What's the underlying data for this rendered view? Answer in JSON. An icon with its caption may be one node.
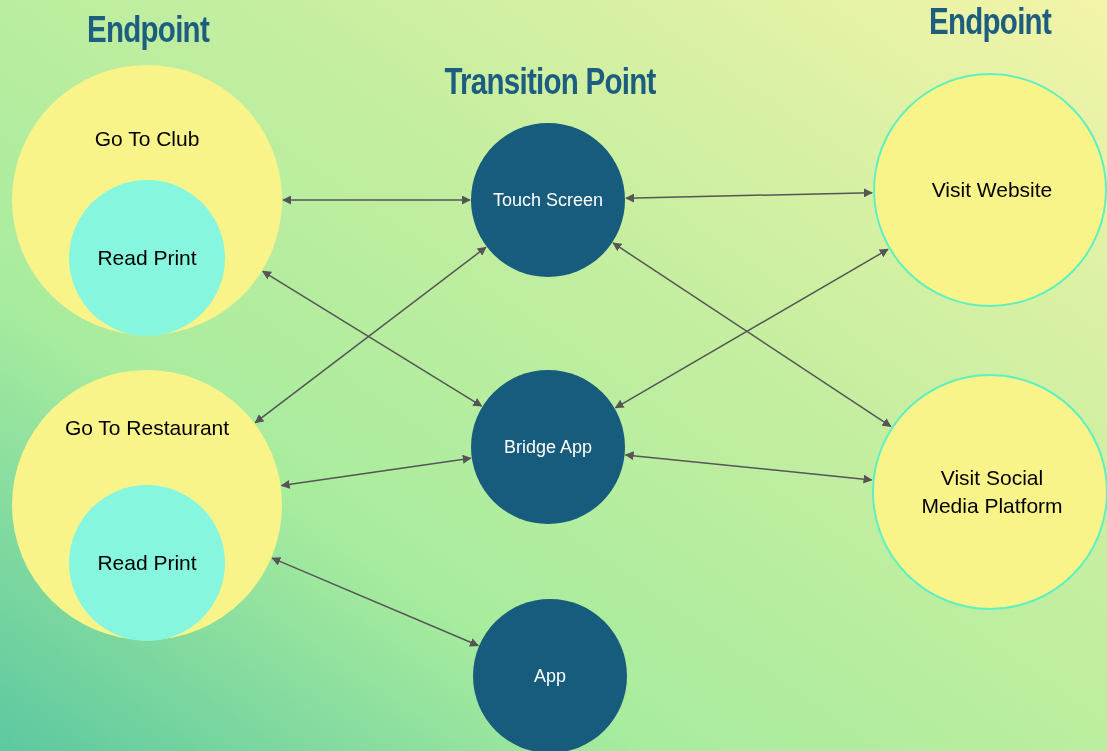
{
  "diagram": {
    "nodes": [
      {
        "text": [
          "Go To Club"
        ]
      },
      {
        "text": [
          "Read Print"
        ],
        "in": 0
      },
      {
        "text": [
          "Go To Restaurant"
        ]
      },
      {
        "text": [
          "Read Print"
        ],
        "in": 2
      },
      {
        "text": [
          "Touch Screen"
        ]
      },
      {
        "text": [
          "Bridge App"
        ]
      },
      {
        "text": [
          "App"
        ]
      },
      {
        "text": [
          "Visit Website"
        ]
      },
      {
        "text": [
          "Visit Social Media Platform"
        ]
      }
    ],
    "edges": [
      {
        "from": 0,
        "to": 4,
        "arrow": "both"
      },
      {
        "from": 0,
        "to": 5,
        "arrow": "both"
      },
      {
        "from": 2,
        "to": 4,
        "arrow": "both"
      },
      {
        "from": 2,
        "to": 5,
        "arrow": "both"
      },
      {
        "from": 2,
        "to": 6,
        "arrow": "both"
      },
      {
        "from": 4,
        "to": 7,
        "arrow": "both"
      },
      {
        "from": 4,
        "to": 8,
        "arrow": "both"
      },
      {
        "from": 5,
        "to": 7,
        "arrow": "both"
      },
      {
        "from": 5,
        "to": 8,
        "arrow": "both"
      }
    ],
    "labels": [
      "Endpoint",
      "Transition Point",
      "Endpoint"
    ]
  }
}
